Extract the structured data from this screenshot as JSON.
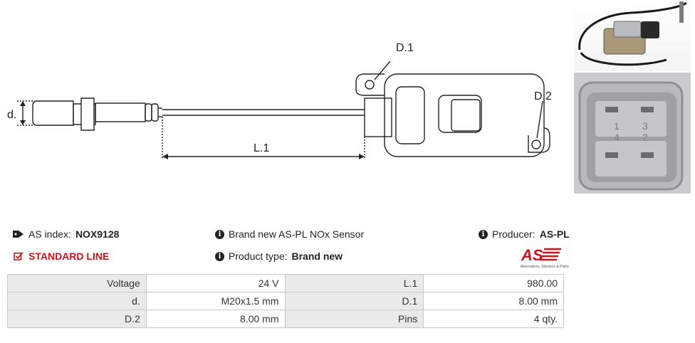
{
  "diagram": {
    "labels": {
      "d": "d.",
      "l1": "L.1",
      "d1": "D.1",
      "d2": "D.2"
    },
    "connector_pins": [
      "1",
      "3",
      "4",
      "2"
    ]
  },
  "info": {
    "as_index_label": "AS index:",
    "as_index_value": "NOX9128",
    "standard_line": "STANDARD LINE",
    "description": "Brand new AS-PL NOx Sensor",
    "product_type_label": "Product type:",
    "product_type_value": "Brand new",
    "producer_label": "Producer:",
    "producer_value": "AS-PL"
  },
  "logo": {
    "mark": "AS",
    "tagline": "Alternators, Starters & Parts",
    "color": "#d0121d"
  },
  "specs": {
    "rows": [
      {
        "label1": "Voltage",
        "value1": "24 V",
        "label2": "L.1",
        "value2": "980.00"
      },
      {
        "label1": "d.",
        "value1": "M20x1.5 mm",
        "label2": "D.1",
        "value2": "8.00 mm"
      },
      {
        "label1": "D.2",
        "value1": "8.00 mm",
        "label2": "Pins",
        "value2": "4 qty."
      }
    ]
  },
  "colors": {
    "accent_red": "#d0121d",
    "table_label_bg": "#eaeaea",
    "table_border": "#c8c8c8"
  }
}
